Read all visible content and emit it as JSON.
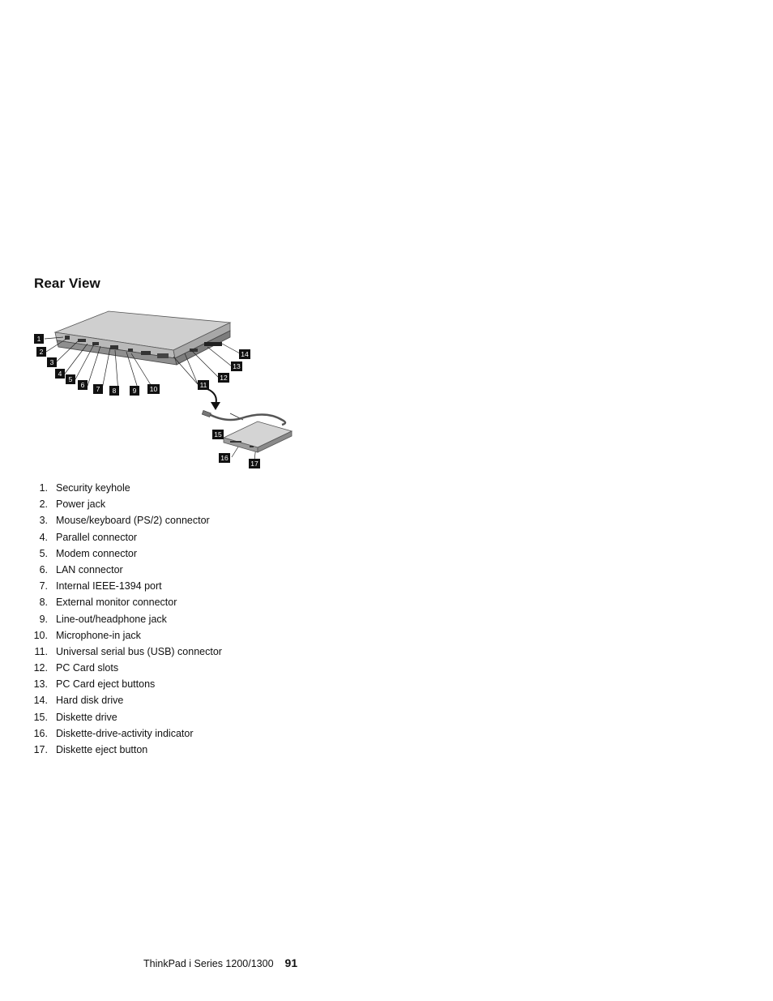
{
  "heading": "Rear View",
  "figure": {
    "callouts": [
      "1",
      "2",
      "3",
      "4",
      "5",
      "6",
      "7",
      "8",
      "9",
      "10",
      "11",
      "12",
      "13",
      "14",
      "15",
      "16",
      "17"
    ]
  },
  "items": [
    {
      "num": "1.",
      "text": "Security keyhole"
    },
    {
      "num": "2.",
      "text": "Power jack"
    },
    {
      "num": "3.",
      "text": "Mouse/keyboard (PS/2) connector"
    },
    {
      "num": "4.",
      "text": "Parallel connector"
    },
    {
      "num": "5.",
      "text": "Modem connector"
    },
    {
      "num": "6.",
      "text": "LAN connector"
    },
    {
      "num": "7.",
      "text": "Internal IEEE-1394 port"
    },
    {
      "num": "8.",
      "text": "External monitor connector"
    },
    {
      "num": "9.",
      "text": "Line-out/headphone jack"
    },
    {
      "num": "10.",
      "text": "Microphone-in jack"
    },
    {
      "num": "11.",
      "text": "Universal serial bus (USB) connector"
    },
    {
      "num": "12.",
      "text": "PC Card slots"
    },
    {
      "num": "13.",
      "text": "PC Card eject buttons"
    },
    {
      "num": "14.",
      "text": "Hard disk drive"
    },
    {
      "num": "15.",
      "text": "Diskette drive"
    },
    {
      "num": "16.",
      "text": "Diskette-drive-activity indicator"
    },
    {
      "num": "17.",
      "text": "Diskette eject button"
    }
  ],
  "footer": {
    "product": "ThinkPad i Series 1200/1300",
    "page_number": "91"
  }
}
